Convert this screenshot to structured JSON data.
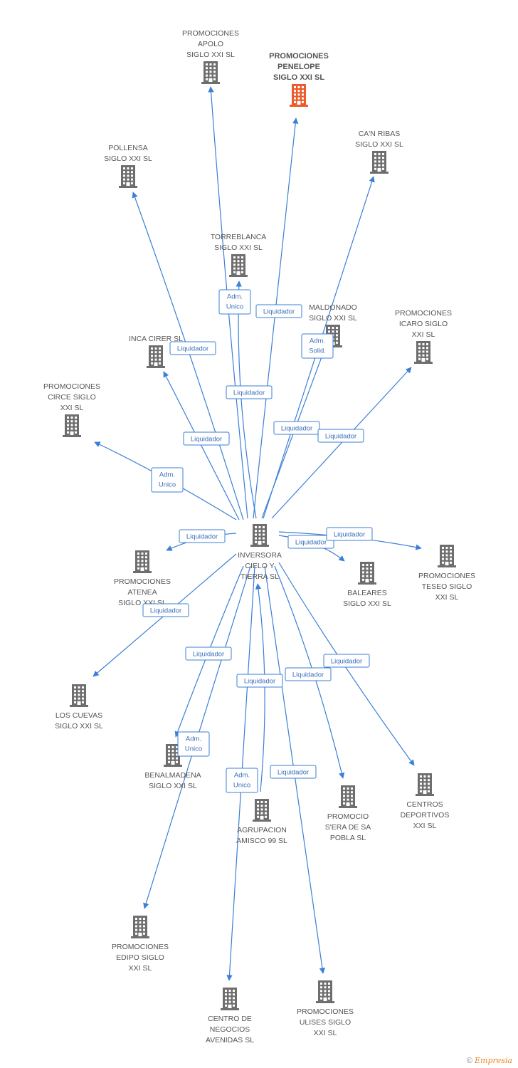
{
  "colors": {
    "building": "#6e6e6e",
    "highlight": "#ee5a2c",
    "edge": "#3b7fd6"
  },
  "nodes": [
    {
      "id": "center",
      "label": [
        "INVERSORA",
        "CIELO Y",
        "TIERRA SL"
      ],
      "icon": "building-icon"
    },
    {
      "id": "apolo",
      "label": [
        "PROMOCIONES",
        "APOLO",
        "SIGLO XXI SL"
      ],
      "icon": "building-icon"
    },
    {
      "id": "penelope",
      "label": [
        "PROMOCIONES",
        "PENELOPE",
        "SIGLO XXI SL"
      ],
      "icon": "building-icon",
      "highlight": true
    },
    {
      "id": "canribas",
      "label": [
        "CA'N RIBAS",
        "SIGLO XXI SL"
      ],
      "icon": "building-icon"
    },
    {
      "id": "pollensa",
      "label": [
        "POLLENSA",
        "SIGLO XXI SL"
      ],
      "icon": "building-icon"
    },
    {
      "id": "torreblanca",
      "label": [
        "TORREBLANCA",
        "SIGLO XXI SL"
      ],
      "icon": "building-icon"
    },
    {
      "id": "maldonado",
      "label": [
        "MALDONADO",
        "SIGLO XXI SL"
      ],
      "icon": "building-icon"
    },
    {
      "id": "icaro",
      "label": [
        "PROMOCIONES",
        "ICARO SIGLO",
        "XXI SL"
      ],
      "icon": "building-icon"
    },
    {
      "id": "inca",
      "label": [
        "INCA CIRER SL"
      ],
      "icon": "building-icon"
    },
    {
      "id": "circe",
      "label": [
        "PROMOCIONES",
        "CIRCE SIGLO",
        "XXI SL"
      ],
      "icon": "building-icon"
    },
    {
      "id": "atenea",
      "label": [
        "PROMOCIONES",
        "ATENEA",
        "SIGLO XXI SL"
      ],
      "icon": "building-icon"
    },
    {
      "id": "baleares",
      "label": [
        "BALEARES",
        "SIGLO XXI SL"
      ],
      "icon": "building-icon"
    },
    {
      "id": "teseo",
      "label": [
        "PROMOCIONES",
        "TESEO SIGLO",
        "XXI SL"
      ],
      "icon": "building-icon"
    },
    {
      "id": "cuevas",
      "label": [
        "LOS CUEVAS",
        "SIGLO XXI SL"
      ],
      "icon": "building-icon"
    },
    {
      "id": "benalmadena",
      "label": [
        "BENALMADENA",
        "SIGLO XXI SL"
      ],
      "icon": "building-icon"
    },
    {
      "id": "agrupacion",
      "label": [
        "AGRUPACION",
        "AMISCO 99 SL"
      ],
      "icon": "building-icon"
    },
    {
      "id": "sera",
      "label": [
        "PROMOCIO",
        "S'ERA DE SA",
        "POBLA SL"
      ],
      "icon": "building-icon"
    },
    {
      "id": "centros",
      "label": [
        "CENTROS",
        "DEPORTIVOS",
        "XXI SL"
      ],
      "icon": "building-icon"
    },
    {
      "id": "edipo",
      "label": [
        "PROMOCIONES",
        "EDIPO SIGLO",
        "XXI SL"
      ],
      "icon": "building-icon"
    },
    {
      "id": "negocios",
      "label": [
        "CENTRO DE",
        "NEGOCIOS",
        "AVENIDAS SL"
      ],
      "icon": "building-icon"
    },
    {
      "id": "ulises",
      "label": [
        "PROMOCIONES",
        "ULISES SIGLO",
        "XXI SL"
      ],
      "icon": "building-icon"
    }
  ],
  "edges": [
    {
      "from": "center",
      "to": "apolo",
      "label": [
        "Liquidador"
      ]
    },
    {
      "from": "center",
      "to": "penelope",
      "label": [
        "Liquidador"
      ]
    },
    {
      "from": "center",
      "to": "canribas",
      "label": [
        "Adm.",
        "Solid."
      ]
    },
    {
      "from": "center",
      "to": "pollensa",
      "label": [
        "Liquidador"
      ]
    },
    {
      "from": "center",
      "to": "torreblanca",
      "label": [
        "Adm.",
        "Unico"
      ]
    },
    {
      "from": "center",
      "to": "maldonado",
      "label": [
        "Liquidador"
      ]
    },
    {
      "from": "center",
      "to": "icaro",
      "label": [
        "Liquidador"
      ]
    },
    {
      "from": "center",
      "to": "inca",
      "label": [
        "Liquidador"
      ]
    },
    {
      "from": "center",
      "to": "circe",
      "label": [
        "Adm.",
        "Unico"
      ]
    },
    {
      "from": "center",
      "to": "atenea",
      "label": [
        "Liquidador"
      ]
    },
    {
      "from": "center",
      "to": "baleares",
      "label": [
        "Liquidador"
      ]
    },
    {
      "from": "center",
      "to": "teseo",
      "label": [
        "Liquidador"
      ]
    },
    {
      "from": "center",
      "to": "cuevas",
      "label": [
        "Liquidador"
      ]
    },
    {
      "from": "center",
      "to": "benalmadena",
      "label": [
        "Liquidador"
      ]
    },
    {
      "from": "agrupacion",
      "to": "center",
      "label": [
        "Liquidador"
      ]
    },
    {
      "from": "center",
      "to": "sera",
      "label": [
        "Liquidador"
      ]
    },
    {
      "from": "center",
      "to": "centros",
      "label": [
        "Liquidador"
      ]
    },
    {
      "from": "center",
      "to": "edipo",
      "label": [
        "Adm.",
        "Unico"
      ]
    },
    {
      "from": "center",
      "to": "negocios",
      "label": [
        "Adm.",
        "Unico"
      ]
    },
    {
      "from": "center",
      "to": "ulises",
      "label": [
        "Liquidador"
      ]
    }
  ],
  "footer": {
    "copyright": "©",
    "brand": "Empresia"
  }
}
